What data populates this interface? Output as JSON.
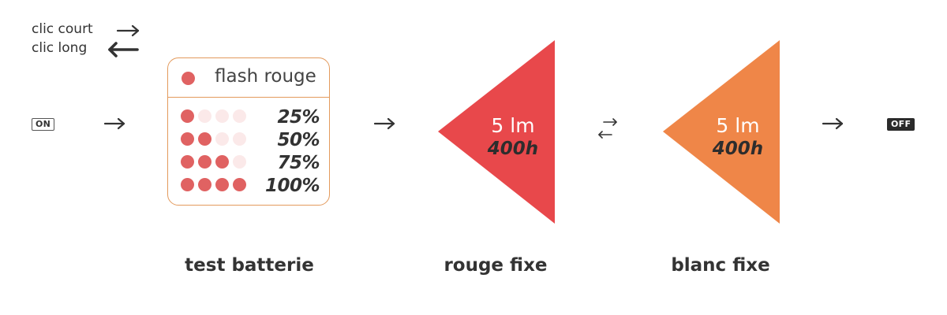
{
  "legend": {
    "short_click": "clic court",
    "long_click": "clic long"
  },
  "states": {
    "on": "ON",
    "off": "OFF"
  },
  "battery_test": {
    "header": "flash rouge",
    "levels": [
      {
        "label": "25%",
        "dots_lit": 1
      },
      {
        "label": "50%",
        "dots_lit": 2
      },
      {
        "label": "75%",
        "dots_lit": 3
      },
      {
        "label": "100%",
        "dots_lit": 4
      }
    ],
    "caption": "test batterie"
  },
  "modes": [
    {
      "lumens": "5 lm",
      "runtime": "400h",
      "caption": "rouge fixe",
      "color": "#e8484b"
    },
    {
      "lumens": "5 lm",
      "runtime": "400h",
      "caption": "blanc fixe",
      "color": "#ef8648"
    }
  ],
  "colors": {
    "red_dot": "#e06262",
    "dim_dot": "#fbe9e9",
    "card_border": "#e39a5c",
    "arrow": "#333333"
  }
}
